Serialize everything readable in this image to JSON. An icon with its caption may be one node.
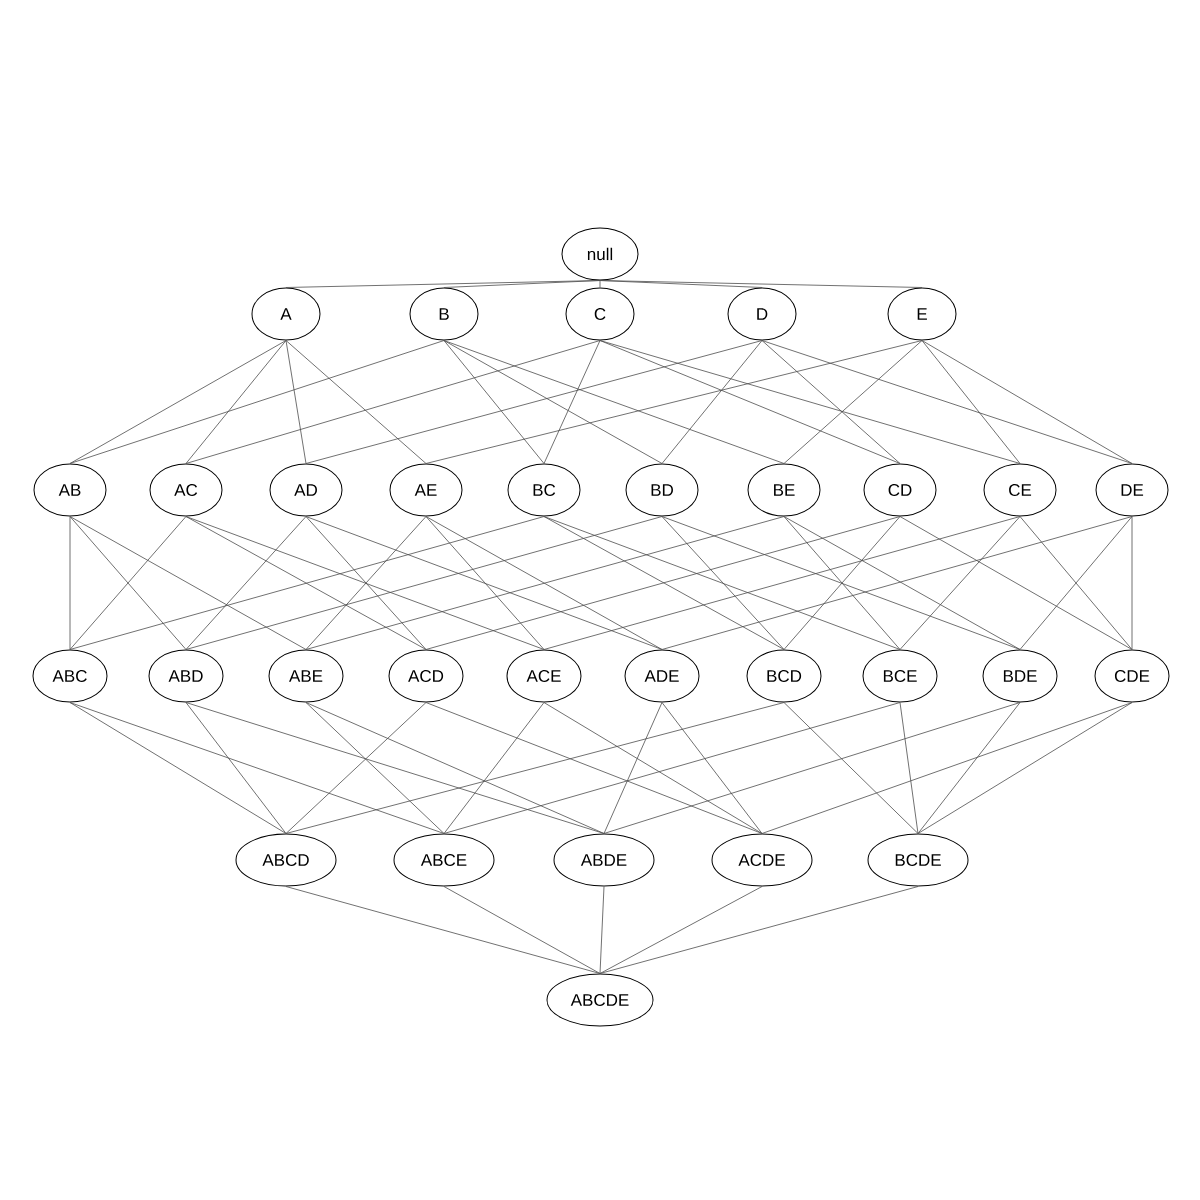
{
  "diagram": {
    "nodes": [
      {
        "text": [
          "null"
        ]
      },
      {
        "text": [
          "A"
        ]
      },
      {
        "text": [
          "B"
        ]
      },
      {
        "text": [
          "C"
        ]
      },
      {
        "text": [
          "D"
        ]
      },
      {
        "text": [
          "E"
        ]
      },
      {
        "text": [
          "AB"
        ]
      },
      {
        "text": [
          "AC"
        ]
      },
      {
        "text": [
          "AD"
        ]
      },
      {
        "text": [
          "AE"
        ]
      },
      {
        "text": [
          "BC"
        ]
      },
      {
        "text": [
          "BD"
        ]
      },
      {
        "text": [
          "BE"
        ]
      },
      {
        "text": [
          "CD"
        ]
      },
      {
        "text": [
          "CE"
        ]
      },
      {
        "text": [
          "DE"
        ]
      },
      {
        "text": [
          "ABC"
        ]
      },
      {
        "text": [
          "ABD"
        ]
      },
      {
        "text": [
          "ABE"
        ]
      },
      {
        "text": [
          "ACD"
        ]
      },
      {
        "text": [
          "ACE"
        ]
      },
      {
        "text": [
          "ADE"
        ]
      },
      {
        "text": [
          "BCD"
        ]
      },
      {
        "text": [
          "BCE"
        ]
      },
      {
        "text": [
          "BDE"
        ]
      },
      {
        "text": [
          "CDE"
        ]
      },
      {
        "text": [
          "ABCD"
        ]
      },
      {
        "text": [
          "ABCE"
        ]
      },
      {
        "text": [
          "ABDE"
        ]
      },
      {
        "text": [
          "ACDE"
        ]
      },
      {
        "text": [
          "BCDE"
        ]
      },
      {
        "text": [
          "ABCDE"
        ]
      }
    ],
    "edges": [
      {
        "from": 0,
        "to": 1,
        "arrow": "none"
      },
      {
        "from": 0,
        "to": 2,
        "arrow": "none"
      },
      {
        "from": 0,
        "to": 3,
        "arrow": "none"
      },
      {
        "from": 0,
        "to": 4,
        "arrow": "none"
      },
      {
        "from": 0,
        "to": 5,
        "arrow": "none"
      },
      {
        "from": 1,
        "to": 6,
        "arrow": "none"
      },
      {
        "from": 1,
        "to": 7,
        "arrow": "none"
      },
      {
        "from": 1,
        "to": 8,
        "arrow": "none"
      },
      {
        "from": 1,
        "to": 9,
        "arrow": "none"
      },
      {
        "from": 2,
        "to": 6,
        "arrow": "none"
      },
      {
        "from": 2,
        "to": 10,
        "arrow": "none"
      },
      {
        "from": 2,
        "to": 11,
        "arrow": "none"
      },
      {
        "from": 2,
        "to": 12,
        "arrow": "none"
      },
      {
        "from": 3,
        "to": 7,
        "arrow": "none"
      },
      {
        "from": 3,
        "to": 10,
        "arrow": "none"
      },
      {
        "from": 3,
        "to": 13,
        "arrow": "none"
      },
      {
        "from": 3,
        "to": 14,
        "arrow": "none"
      },
      {
        "from": 4,
        "to": 8,
        "arrow": "none"
      },
      {
        "from": 4,
        "to": 11,
        "arrow": "none"
      },
      {
        "from": 4,
        "to": 13,
        "arrow": "none"
      },
      {
        "from": 4,
        "to": 15,
        "arrow": "none"
      },
      {
        "from": 5,
        "to": 9,
        "arrow": "none"
      },
      {
        "from": 5,
        "to": 12,
        "arrow": "none"
      },
      {
        "from": 5,
        "to": 14,
        "arrow": "none"
      },
      {
        "from": 5,
        "to": 15,
        "arrow": "none"
      },
      {
        "from": 6,
        "to": 16,
        "arrow": "none"
      },
      {
        "from": 6,
        "to": 17,
        "arrow": "none"
      },
      {
        "from": 6,
        "to": 18,
        "arrow": "none"
      },
      {
        "from": 7,
        "to": 16,
        "arrow": "none"
      },
      {
        "from": 7,
        "to": 19,
        "arrow": "none"
      },
      {
        "from": 7,
        "to": 20,
        "arrow": "none"
      },
      {
        "from": 8,
        "to": 17,
        "arrow": "none"
      },
      {
        "from": 8,
        "to": 19,
        "arrow": "none"
      },
      {
        "from": 8,
        "to": 21,
        "arrow": "none"
      },
      {
        "from": 9,
        "to": 18,
        "arrow": "none"
      },
      {
        "from": 9,
        "to": 20,
        "arrow": "none"
      },
      {
        "from": 9,
        "to": 21,
        "arrow": "none"
      },
      {
        "from": 10,
        "to": 16,
        "arrow": "none"
      },
      {
        "from": 10,
        "to": 22,
        "arrow": "none"
      },
      {
        "from": 10,
        "to": 23,
        "arrow": "none"
      },
      {
        "from": 11,
        "to": 17,
        "arrow": "none"
      },
      {
        "from": 11,
        "to": 22,
        "arrow": "none"
      },
      {
        "from": 11,
        "to": 24,
        "arrow": "none"
      },
      {
        "from": 12,
        "to": 18,
        "arrow": "none"
      },
      {
        "from": 12,
        "to": 23,
        "arrow": "none"
      },
      {
        "from": 12,
        "to": 24,
        "arrow": "none"
      },
      {
        "from": 13,
        "to": 19,
        "arrow": "none"
      },
      {
        "from": 13,
        "to": 22,
        "arrow": "none"
      },
      {
        "from": 13,
        "to": 25,
        "arrow": "none"
      },
      {
        "from": 14,
        "to": 20,
        "arrow": "none"
      },
      {
        "from": 14,
        "to": 23,
        "arrow": "none"
      },
      {
        "from": 14,
        "to": 25,
        "arrow": "none"
      },
      {
        "from": 15,
        "to": 21,
        "arrow": "none"
      },
      {
        "from": 15,
        "to": 24,
        "arrow": "none"
      },
      {
        "from": 15,
        "to": 25,
        "arrow": "none"
      },
      {
        "from": 16,
        "to": 26,
        "arrow": "none"
      },
      {
        "from": 16,
        "to": 27,
        "arrow": "none"
      },
      {
        "from": 17,
        "to": 26,
        "arrow": "none"
      },
      {
        "from": 17,
        "to": 28,
        "arrow": "none"
      },
      {
        "from": 18,
        "to": 27,
        "arrow": "none"
      },
      {
        "from": 18,
        "to": 28,
        "arrow": "none"
      },
      {
        "from": 19,
        "to": 26,
        "arrow": "none"
      },
      {
        "from": 19,
        "to": 29,
        "arrow": "none"
      },
      {
        "from": 20,
        "to": 27,
        "arrow": "none"
      },
      {
        "from": 20,
        "to": 29,
        "arrow": "none"
      },
      {
        "from": 21,
        "to": 28,
        "arrow": "none"
      },
      {
        "from": 21,
        "to": 29,
        "arrow": "none"
      },
      {
        "from": 22,
        "to": 26,
        "arrow": "none"
      },
      {
        "from": 22,
        "to": 30,
        "arrow": "none"
      },
      {
        "from": 23,
        "to": 27,
        "arrow": "none"
      },
      {
        "from": 23,
        "to": 30,
        "arrow": "none"
      },
      {
        "from": 24,
        "to": 28,
        "arrow": "none"
      },
      {
        "from": 24,
        "to": 30,
        "arrow": "none"
      },
      {
        "from": 25,
        "to": 29,
        "arrow": "none"
      },
      {
        "from": 25,
        "to": 30,
        "arrow": "none"
      },
      {
        "from": 26,
        "to": 31,
        "arrow": "none"
      },
      {
        "from": 27,
        "to": 31,
        "arrow": "none"
      },
      {
        "from": 28,
        "to": 31,
        "arrow": "none"
      },
      {
        "from": 29,
        "to": 31,
        "arrow": "none"
      },
      {
        "from": 30,
        "to": 31,
        "arrow": "none"
      }
    ]
  }
}
